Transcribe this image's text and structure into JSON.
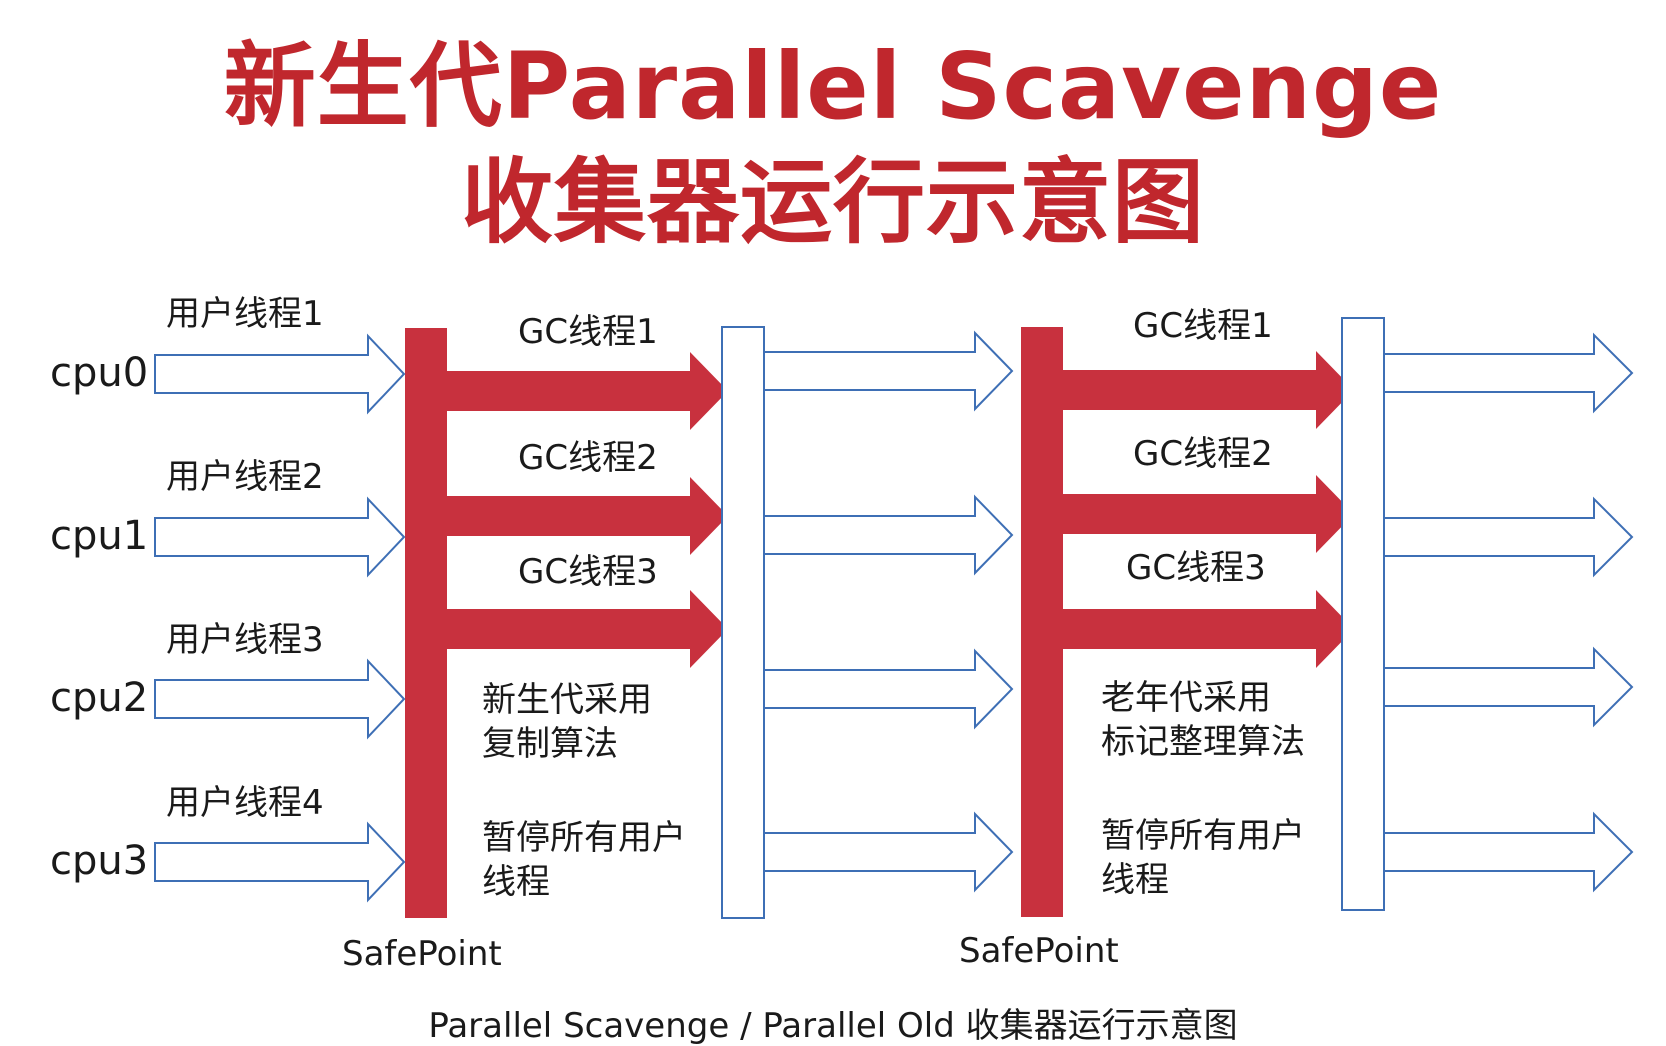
{
  "title": {
    "line1": "新生代Parallel Scavenge",
    "line2": "收集器运行示意图"
  },
  "cpus": [
    "cpu0",
    "cpu1",
    "cpu2",
    "cpu3"
  ],
  "user_threads": [
    "用户线程1",
    "用户线程2",
    "用户线程3",
    "用户线程4"
  ],
  "phase1": {
    "gc_threads": [
      "GC线程1",
      "GC线程2",
      "GC线程3"
    ],
    "note_algorithm": "新生代采用\n复制算法",
    "note_pause": "暂停所有用户\n线程",
    "safepoint": "SafePoint"
  },
  "phase2": {
    "gc_threads": [
      "GC线程1",
      "GC线程2",
      "GC线程3"
    ],
    "note_algorithm": "老年代采用\n标记整理算法",
    "note_pause": "暂停所有用户\n线程",
    "safepoint": "SafePoint"
  },
  "caption": "Parallel Scavenge / Parallel Old 收集器运行示意图",
  "colors": {
    "title": "#c0272d",
    "gc_bar": "#c8313e",
    "outline_arrow": "#3e6fb5",
    "text": "#1a1a1a"
  }
}
